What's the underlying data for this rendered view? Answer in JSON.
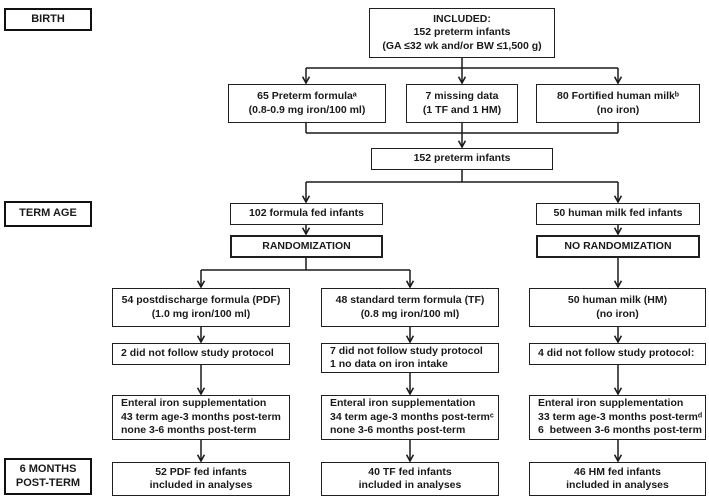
{
  "figure": {
    "type": "consort-flowchart",
    "ink_color": "#1a1a1a",
    "background_color": "#ffffff"
  },
  "stage_labels": {
    "birth": {
      "lines": [
        "BIRTH"
      ]
    },
    "term_age": {
      "lines": [
        "TERM AGE"
      ]
    },
    "six_months": {
      "lines": [
        "6 MONTHS",
        "POST-TERM"
      ]
    }
  },
  "boxes": {
    "included": {
      "lines": [
        "INCLUDED:",
        "152 preterm infants",
        "(GA ≤32 wk and/or BW ≤1,500 g)"
      ]
    },
    "preterm_formula": {
      "lines": [
        "65 Preterm formulaᵃ",
        "(0.8-0.9 mg iron/100 ml)"
      ]
    },
    "missing_data": {
      "lines": [
        "7 missing data",
        "(1 TF and 1 HM)"
      ]
    },
    "fortified_hm": {
      "lines": [
        "80 Fortified human milkᵇ",
        "(no iron)"
      ]
    },
    "preterm_152": {
      "lines": [
        "152 preterm infants"
      ]
    },
    "formula_fed": {
      "lines": [
        "102 formula fed infants"
      ]
    },
    "human_milk_fed": {
      "lines": [
        "50 human milk fed infants"
      ]
    },
    "randomization": {
      "lines": [
        "RANDOMIZATION"
      ]
    },
    "no_randomization": {
      "lines": [
        "NO RANDOMIZATION"
      ]
    },
    "pdf": {
      "lines": [
        "54 postdischarge formula (PDF)",
        "(1.0 mg iron/100 ml)"
      ]
    },
    "tf": {
      "lines": [
        "48 standard term formula (TF)",
        "(0.8 mg iron/100 ml)"
      ]
    },
    "hm": {
      "lines": [
        "50 human milk (HM)",
        "(no iron)"
      ]
    },
    "pdf_protocol": {
      "lines": [
        "2 did not follow study protocol"
      ]
    },
    "tf_protocol": {
      "lines": [
        "7 did not follow study protocol",
        "1 no data on iron intake"
      ]
    },
    "hm_protocol": {
      "lines": [
        "4 did not follow study protocol:"
      ]
    },
    "pdf_iron": {
      "lines": [
        "Enteral iron supplementation",
        "43 term age-3 months post-term",
        "none 3-6 months post-term"
      ]
    },
    "tf_iron": {
      "lines": [
        "Enteral iron supplementation",
        "34 term age-3 months post-termᶜ",
        "none 3-6 months post-term"
      ]
    },
    "hm_iron": {
      "lines": [
        "Enteral iron supplementation",
        "33 term age-3 months post-termᵈ",
        "6  between 3-6 months post-term"
      ]
    },
    "pdf_final": {
      "lines": [
        "52 PDF fed infants",
        "included in analyses"
      ]
    },
    "tf_final": {
      "lines": [
        "40 TF fed infants",
        "included in analyses"
      ]
    },
    "hm_final": {
      "lines": [
        "46 HM fed infants",
        "included in analyses"
      ]
    }
  }
}
